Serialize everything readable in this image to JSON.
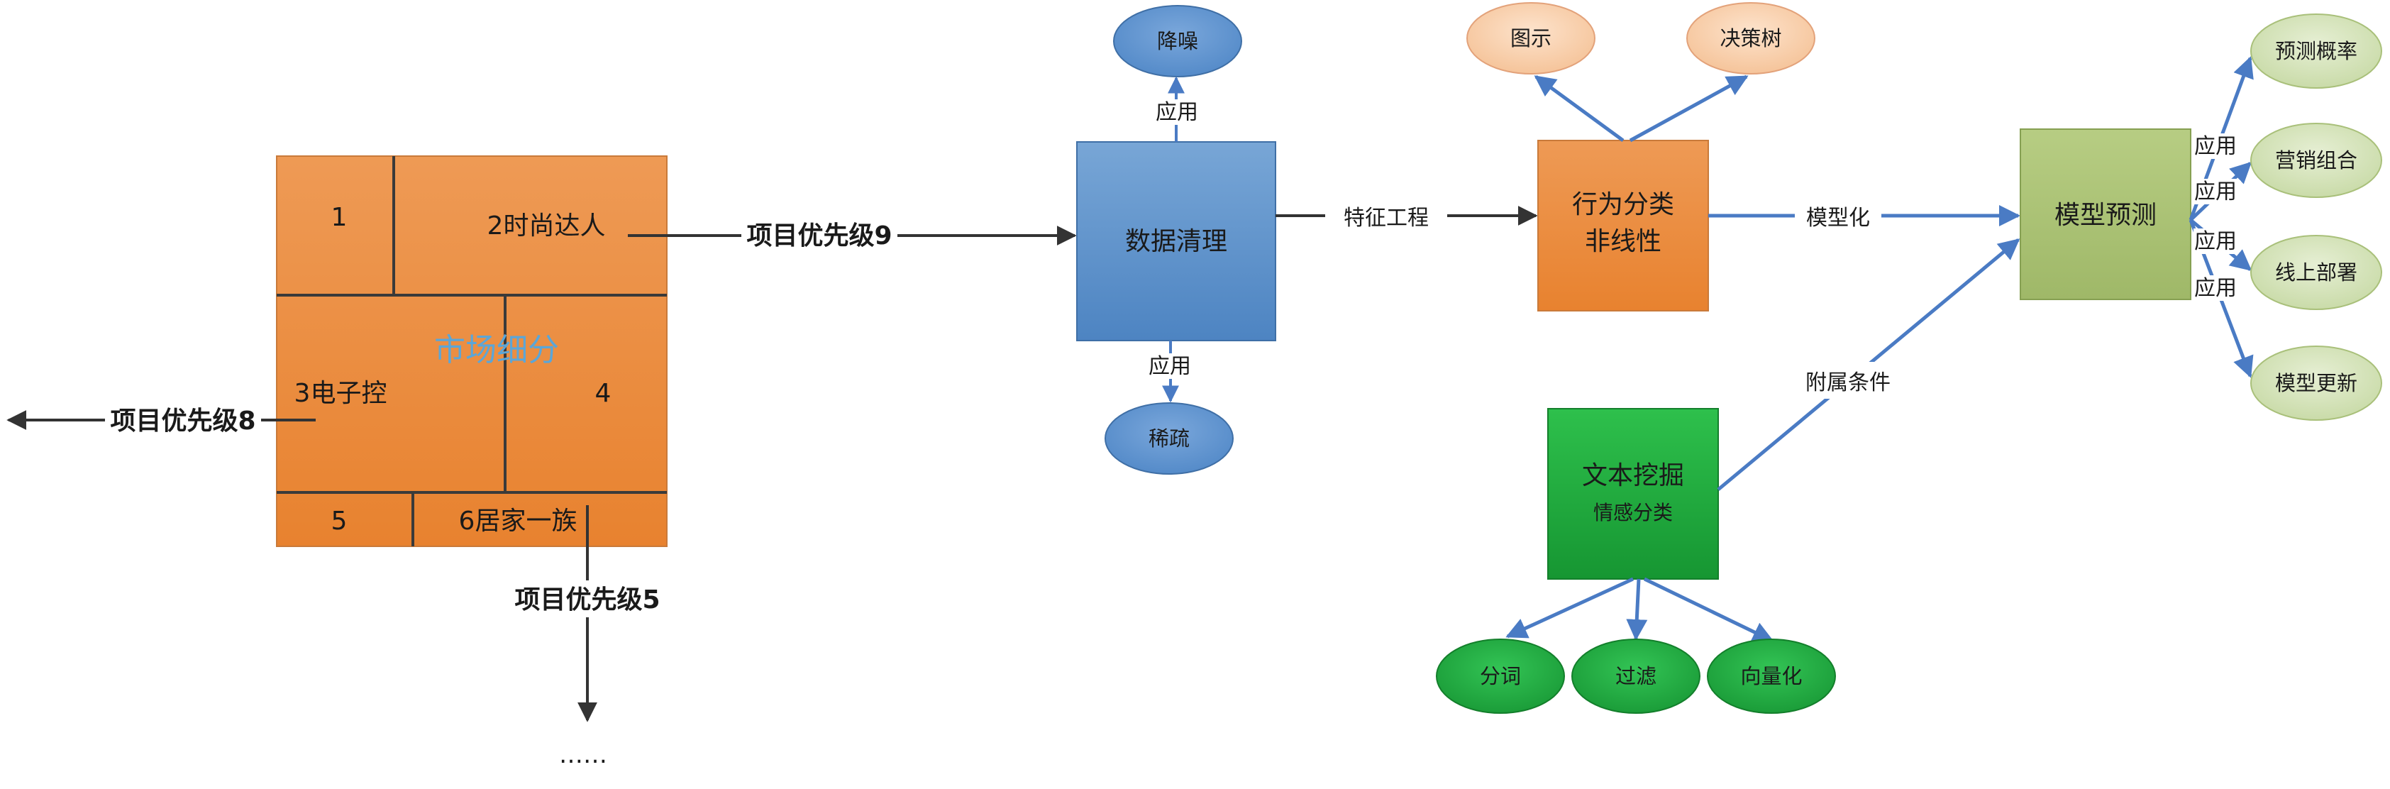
{
  "market": {
    "title": "市场细分",
    "seg1": "1",
    "seg2": "2时尚达人",
    "seg3": "3电子控",
    "seg4": "4",
    "seg5": "5",
    "seg6": "6居家一族",
    "priority9": "项目优先级9",
    "priority8": "项目优先级8",
    "priority5": "项目优先级5",
    "ellipsis": "……"
  },
  "cleaning": {
    "title": "数据清理",
    "apply_top": "应用",
    "apply_bottom": "应用",
    "denoise": "降噪",
    "sparse": "稀疏"
  },
  "feature_label": "特征工程",
  "behavior": {
    "line1": "行为分类",
    "line2": "非线性",
    "chart": "图示",
    "tree": "决策树"
  },
  "modeling_label": "模型化",
  "attach_label": "附属条件",
  "text": {
    "title": "文本挖掘",
    "subtitle": "情感分类",
    "seg": "分词",
    "filter": "过滤",
    "vector": "向量化"
  },
  "model": {
    "title": "模型预测",
    "apply1": "应用",
    "apply2": "应用",
    "apply3": "应用",
    "apply4": "应用",
    "out1": "预测概率",
    "out2": "营销组合",
    "out3": "线上部署",
    "out4": "模型更新"
  },
  "colors": {
    "orange": "#e88a3f",
    "blue": "#5a8fc8",
    "green": "#1ea83c",
    "olive": "#a9c073",
    "arrow_dark": "#333333",
    "arrow_blue": "#4a7bc4"
  }
}
